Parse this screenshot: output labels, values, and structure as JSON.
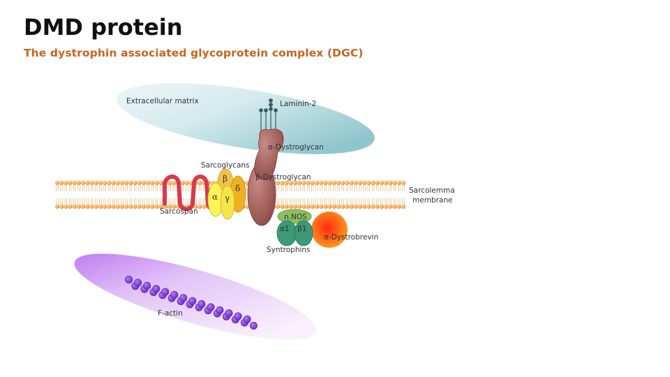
{
  "slide": {
    "title": "DMD protein",
    "subtitle": "The dystrophin associated glycoprotein complex (DGC)"
  },
  "diagram": {
    "labels": {
      "extracellular_matrix": "Extracellular matrix",
      "laminin": "Laminin-2",
      "alpha_dystroglycan": "α-Dystroglycan",
      "sarcoglycans": "Sarcoglycans",
      "beta_dystroglycan": "β-Dystroglycan",
      "sarcolemma_line1": "Sarcolemma",
      "sarcolemma_line2": "membrane",
      "sarcospan": "Sarcospan",
      "nnos": "n.NOS",
      "alpha1": "α1",
      "beta1": "β1",
      "syntrophins": "Syntrophins",
      "alpha_dystrobrevin": "α-Dystrobrevin",
      "f_actin": "F-actin",
      "sg_beta": "β",
      "sg_delta": "δ",
      "sg_alpha": "α",
      "sg_gamma": "γ"
    },
    "colors": {
      "membrane_head": "#f2a648",
      "sarcospan": "#d83a4a",
      "beta_sarcoglycan": "#f0c24a",
      "delta_sarcoglycan": "#f0b020",
      "alpha_sarcoglycan": "#fff35a",
      "gamma_sarcoglycan": "#f5e44a",
      "dystroglycan": "#a8605c",
      "nnos": "#8cc060",
      "syntrophin": "#3d9a78",
      "dystrobrevin": "#ff4a1a",
      "actin": "#8c3ee0",
      "ecm": "#9ed0d6",
      "cytoskeleton": "#c57ef2"
    }
  }
}
